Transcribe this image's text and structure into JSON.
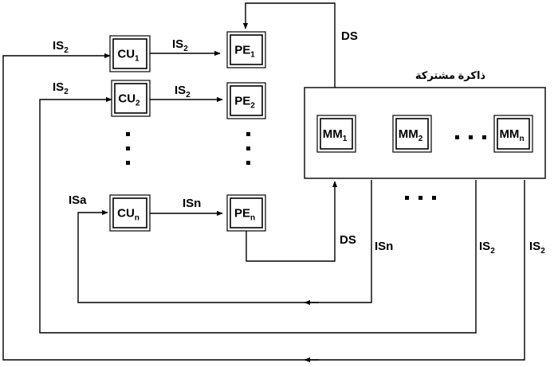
{
  "control_units": [
    {
      "label": "CU",
      "sub": "1"
    },
    {
      "label": "CU",
      "sub": "2"
    },
    {
      "label": "CU",
      "sub": "n"
    }
  ],
  "processing_elements": [
    {
      "label": "PE",
      "sub": "1"
    },
    {
      "label": "PE",
      "sub": "2"
    },
    {
      "label": "PE",
      "sub": "n"
    }
  ],
  "shared_memory": {
    "title": "ذاكرة مشتركة",
    "modules": [
      {
        "label": "MM",
        "sub": "1"
      },
      {
        "label": "MM",
        "sub": "2"
      },
      {
        "label": "MM",
        "sub": "n"
      }
    ],
    "ellipsis": "· · ·"
  },
  "streams": {
    "is_row1_in": {
      "label": "IS",
      "sub": "2"
    },
    "is_row1_mid": {
      "label": "IS",
      "sub": "2"
    },
    "is_row2_in": {
      "label": "IS",
      "sub": "2"
    },
    "is_row2_mid": {
      "label": "IS",
      "sub": "2"
    },
    "is_rown_in": {
      "label": "ISa"
    },
    "is_rown_mid": {
      "label": "ISn"
    },
    "ds_top": {
      "label": "DS"
    },
    "ds_bottom": {
      "label": "DS"
    },
    "is_return_n": {
      "label": "ISn"
    },
    "is_return_2": {
      "label": "IS",
      "sub": "2"
    },
    "is_return_1": {
      "label": "IS",
      "sub": "2"
    }
  },
  "ellipsis_below_memory": "· · ·"
}
